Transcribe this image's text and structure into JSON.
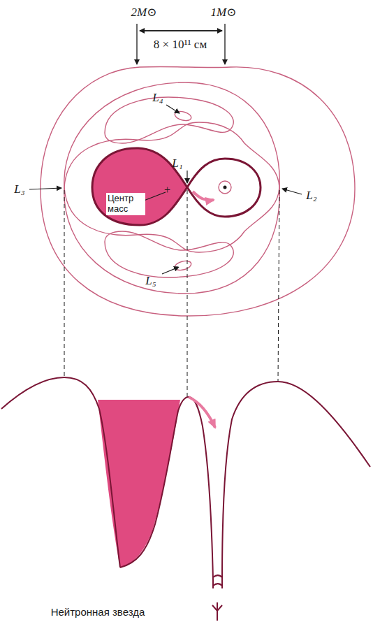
{
  "diagram": {
    "labels": [
      "2M⊙",
      "1M⊙",
      "8 × 10¹¹ см",
      "L₄",
      "L₁",
      "L₃",
      "L₂",
      "Центр масс",
      "L₅",
      "Нейтронная звезда"
    ]
  }
}
